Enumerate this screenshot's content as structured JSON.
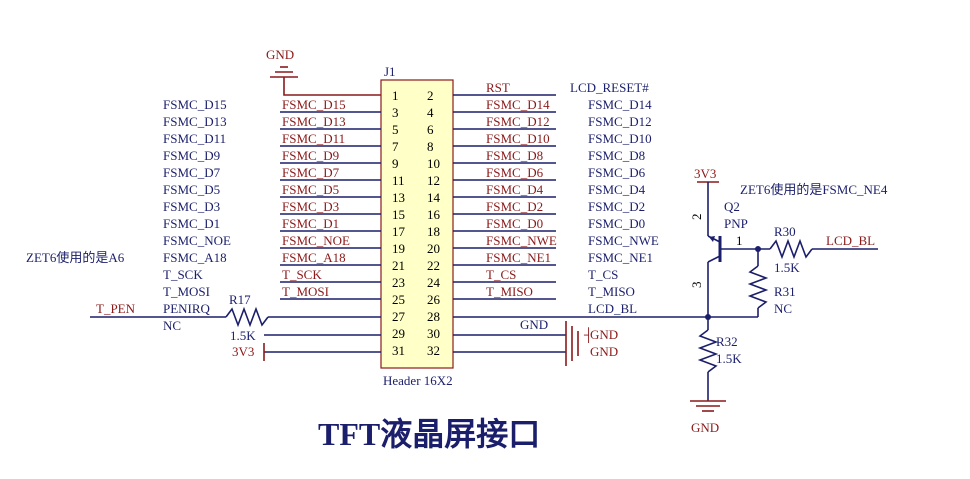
{
  "title": "TFT液晶屏接口",
  "header": {
    "ref": "J1",
    "part": "Header 16X2"
  },
  "pin_rows": [
    {
      "l": "1",
      "r": "2",
      "ln": "",
      "rn": "RST",
      "lo": "",
      "ro": "LCD_RESET#"
    },
    {
      "l": "3",
      "r": "4",
      "ln": "FSMC_D15",
      "rn": "FSMC_D14",
      "lo": "FSMC_D15",
      "ro": "FSMC_D14"
    },
    {
      "l": "5",
      "r": "6",
      "ln": "FSMC_D13",
      "rn": "FSMC_D12",
      "lo": "FSMC_D13",
      "ro": "FSMC_D12"
    },
    {
      "l": "7",
      "r": "8",
      "ln": "FSMC_D11",
      "rn": "FSMC_D10",
      "lo": "FSMC_D11",
      "ro": "FSMC_D10"
    },
    {
      "l": "9",
      "r": "10",
      "ln": "FSMC_D9",
      "rn": "FSMC_D8",
      "lo": "FSMC_D9",
      "ro": "FSMC_D8"
    },
    {
      "l": "11",
      "r": "12",
      "ln": "FSMC_D7",
      "rn": "FSMC_D6",
      "lo": "FSMC_D7",
      "ro": "FSMC_D6"
    },
    {
      "l": "13",
      "r": "14",
      "ln": "FSMC_D5",
      "rn": "FSMC_D4",
      "lo": "FSMC_D5",
      "ro": "FSMC_D4"
    },
    {
      "l": "15",
      "r": "16",
      "ln": "FSMC_D3",
      "rn": "FSMC_D2",
      "lo": "FSMC_D3",
      "ro": "FSMC_D2"
    },
    {
      "l": "17",
      "r": "18",
      "ln": "FSMC_D1",
      "rn": "FSMC_D0",
      "lo": "FSMC_D1",
      "ro": "FSMC_D0"
    },
    {
      "l": "19",
      "r": "20",
      "ln": "FSMC_NOE",
      "rn": "FSMC_NWE",
      "lo": "FSMC_NOE",
      "ro": "FSMC_NWE"
    },
    {
      "l": "21",
      "r": "22",
      "ln": "FSMC_A18",
      "rn": "FSMC_NE1",
      "lo": "FSMC_A18",
      "ro": "FSMC_NE1"
    },
    {
      "l": "23",
      "r": "24",
      "ln": "T_SCK",
      "rn": "T_CS",
      "lo": "T_SCK",
      "ro": "T_CS"
    },
    {
      "l": "25",
      "r": "26",
      "ln": "T_MOSI",
      "rn": "T_MISO",
      "lo": "T_MOSI",
      "ro": "T_MISO"
    },
    {
      "l": "27",
      "r": "28",
      "ln": "",
      "rn": "",
      "lo": "PENIRQ",
      "ro": "LCD_BL"
    },
    {
      "l": "29",
      "r": "30",
      "ln": "",
      "rn": "",
      "lo": "NC",
      "ro": ""
    },
    {
      "l": "31",
      "r": "32",
      "ln": "",
      "rn": "",
      "lo": "",
      "ro": ""
    }
  ],
  "labels": {
    "gnd": "GND",
    "v33": "3V3",
    "tpen": "T_PEN",
    "zet_a6": "ZET6使用的是A6",
    "zet_ne4": "ZET6使用的是FSMC_NE4",
    "lcd_bl": "LCD_BL"
  },
  "components": {
    "r17": {
      "ref": "R17",
      "value": "1.5K"
    },
    "r30": {
      "ref": "R30",
      "value": "1.5K"
    },
    "r31": {
      "ref": "R31",
      "value": "NC"
    },
    "r32": {
      "ref": "R32",
      "value": "1.5K"
    },
    "q2": {
      "ref": "Q2",
      "type": "PNP",
      "pin_b": "1",
      "pin_e": "2",
      "pin_c": "3"
    }
  }
}
